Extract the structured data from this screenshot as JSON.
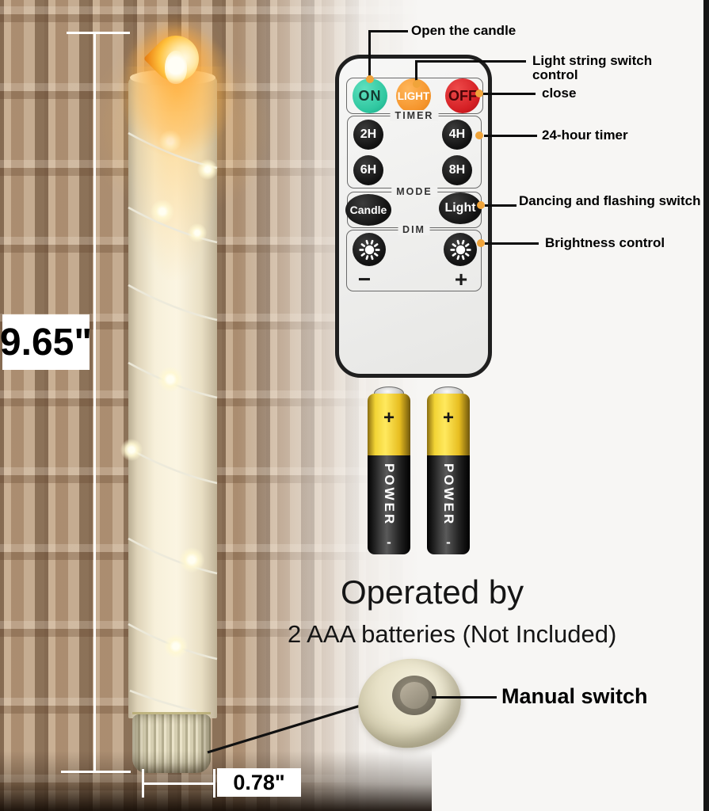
{
  "dimensions": {
    "height": "9.65\"",
    "diameter": "0.78\""
  },
  "callouts": {
    "open": "Open the candle",
    "light_string": "Light string switch control",
    "close": "close",
    "timer": "24-hour timer",
    "mode": "Dancing and flashing switch",
    "brightness": "Brightness control"
  },
  "remote": {
    "power_buttons": [
      {
        "label": "ON",
        "color": "#2fc7a0"
      },
      {
        "label": "LIGHT",
        "color": "#f5952c"
      },
      {
        "label": "OFF",
        "color": "#d41f24"
      }
    ],
    "timer": {
      "label": "TIMER",
      "buttons": [
        "2H",
        "4H",
        "6H",
        "8H"
      ]
    },
    "mode": {
      "label": "MODE",
      "buttons": [
        "Candle",
        "Light"
      ]
    },
    "dim": {
      "label": "DIM",
      "minus": "−",
      "plus": "+"
    }
  },
  "batteries": {
    "brand": "POWER",
    "positive": "+",
    "negative": "-"
  },
  "power_text": {
    "line1": "Operated by",
    "line2": "2 AAA batteries (Not Included)"
  },
  "switch": {
    "label": "Manual switch"
  },
  "colors": {
    "callout_dot": "#f0a43a",
    "measure_line": "#ffffff",
    "callout_line": "#0d0d0d",
    "battery_yellow": "#e9c527",
    "candle_body": "#f7f0da"
  }
}
